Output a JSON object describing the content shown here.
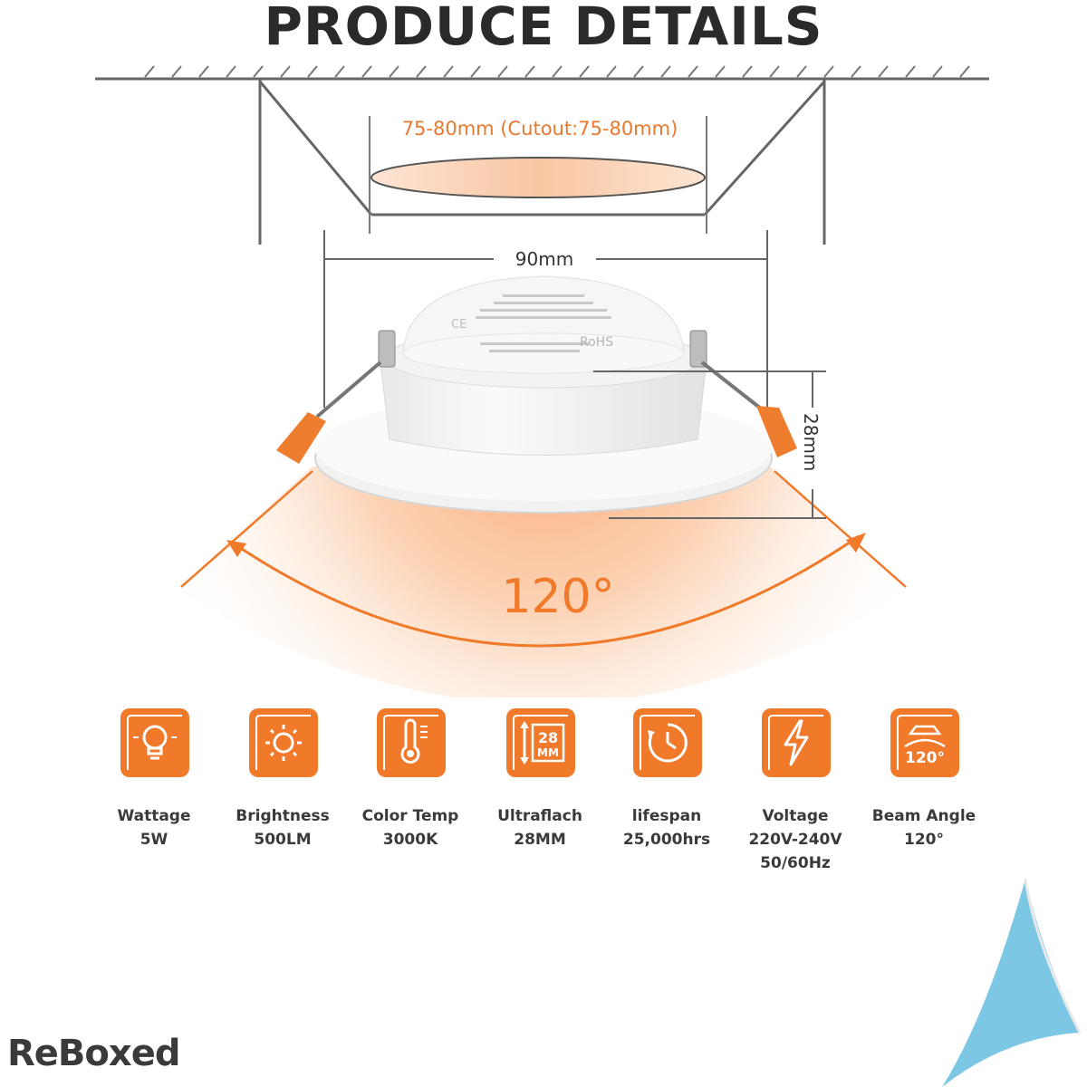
{
  "title": "PRODUCE DETAILS",
  "dimensions": {
    "cutout": "75-80mm (Cutout:75-80mm)",
    "diameter": "90mm",
    "height": "28mm",
    "beam_angle": "120°"
  },
  "product_label": {
    "rohs": "RoHS",
    "ce": "CE"
  },
  "specs": [
    {
      "name": "Wattage",
      "value": "5W",
      "value2": "",
      "icon": "lightbulb-icon"
    },
    {
      "name": "Brightness",
      "value": "500LM",
      "value2": "",
      "icon": "sun-icon"
    },
    {
      "name": "Color Temp",
      "value": "3000K",
      "value2": "",
      "icon": "thermometer-icon"
    },
    {
      "name": "Ultraflach",
      "value": "28MM",
      "value2": "",
      "icon": "thickness-icon",
      "icon_text_top": "28",
      "icon_text_bottom": "MM"
    },
    {
      "name": "lifespan",
      "value": "25,000hrs",
      "value2": "",
      "icon": "clock-icon"
    },
    {
      "name": "Voltage",
      "value": "220V-240V",
      "value2": "50/60Hz",
      "icon": "lightning-icon"
    },
    {
      "name": "Beam Angle",
      "value": "120°",
      "value2": "",
      "icon": "beam-angle-icon",
      "icon_text": "120°"
    }
  ],
  "brand": "ReBoxed",
  "colors": {
    "accent": "#f07a2a",
    "accent_light": "#fbd8bf",
    "line": "#555555",
    "corner_blue": "#7cc7e3"
  }
}
